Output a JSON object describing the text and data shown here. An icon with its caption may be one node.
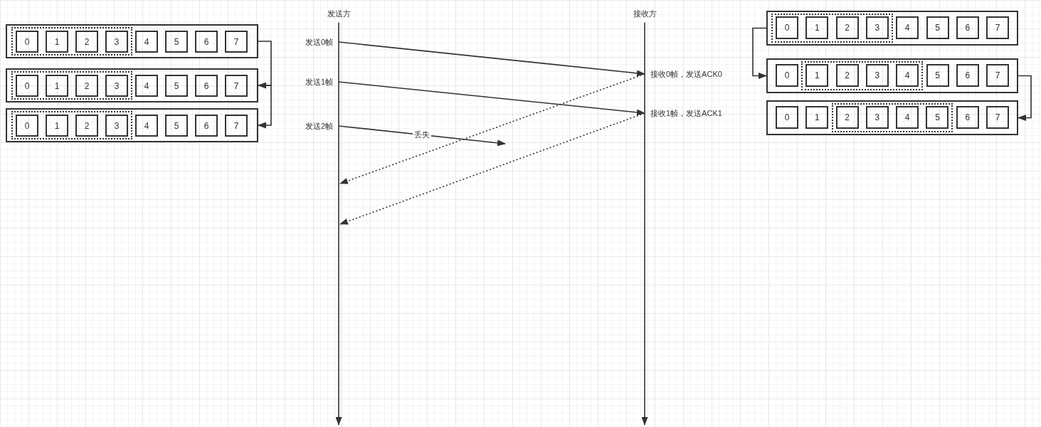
{
  "diagram": {
    "nodes": [
      {
        "text": [],
        "shape": "box"
      },
      {
        "text": [],
        "shape": "box",
        "in": 0
      },
      {
        "text": [
          "0"
        ],
        "in": 1
      },
      {
        "text": [
          "1"
        ],
        "in": 1
      },
      {
        "text": [
          "2"
        ],
        "in": 1
      },
      {
        "text": [
          "3"
        ],
        "in": 1
      },
      {
        "text": [
          "4"
        ],
        "in": 0
      },
      {
        "text": [
          "5"
        ],
        "in": 0
      },
      {
        "text": [
          "6"
        ],
        "in": 0
      },
      {
        "text": [
          "7"
        ],
        "in": 0
      },
      {
        "text": [],
        "shape": "box"
      },
      {
        "text": [],
        "shape": "box",
        "in": 10
      },
      {
        "text": [
          "0"
        ],
        "in": 11
      },
      {
        "text": [
          "1"
        ],
        "in": 11
      },
      {
        "text": [
          "2"
        ],
        "in": 11
      },
      {
        "text": [
          "3"
        ],
        "in": 11
      },
      {
        "text": [
          "4"
        ],
        "in": 10
      },
      {
        "text": [
          "5"
        ],
        "in": 10
      },
      {
        "text": [
          "6"
        ],
        "in": 10
      },
      {
        "text": [
          "7"
        ],
        "in": 10
      },
      {
        "text": [],
        "shape": "box"
      },
      {
        "text": [],
        "shape": "box",
        "in": 20
      },
      {
        "text": [
          "0"
        ],
        "in": 21
      },
      {
        "text": [
          "1"
        ],
        "in": 21
      },
      {
        "text": [
          "2"
        ],
        "in": 21
      },
      {
        "text": [
          "3"
        ],
        "in": 21
      },
      {
        "text": [
          "4"
        ],
        "in": 20
      },
      {
        "text": [
          "5"
        ],
        "in": 20
      },
      {
        "text": [
          "6"
        ],
        "in": 20
      },
      {
        "text": [
          "7"
        ],
        "in": 20
      },
      {
        "text": [],
        "shape": "box"
      },
      {
        "text": [],
        "shape": "box",
        "in": 30
      },
      {
        "text": [
          "0"
        ],
        "in": 31
      },
      {
        "text": [
          "1"
        ],
        "in": 31
      },
      {
        "text": [
          "2"
        ],
        "in": 31
      },
      {
        "text": [
          "3"
        ],
        "in": 31
      },
      {
        "text": [
          "4"
        ],
        "in": 30
      },
      {
        "text": [
          "5"
        ],
        "in": 30
      },
      {
        "text": [
          "6"
        ],
        "in": 30
      },
      {
        "text": [
          "7"
        ],
        "in": 30
      },
      {
        "text": [],
        "shape": "box"
      },
      {
        "text": [
          "0"
        ],
        "in": 40
      },
      {
        "text": [],
        "shape": "box",
        "in": 40
      },
      {
        "text": [
          "1"
        ],
        "in": 42
      },
      {
        "text": [
          "2"
        ],
        "in": 42
      },
      {
        "text": [
          "3"
        ],
        "in": 42
      },
      {
        "text": [
          "4"
        ],
        "in": 42
      },
      {
        "text": [
          "5"
        ],
        "in": 40
      },
      {
        "text": [
          "6"
        ],
        "in": 40
      },
      {
        "text": [
          "7"
        ],
        "in": 40
      },
      {
        "text": [],
        "shape": "box"
      },
      {
        "text": [
          "0"
        ],
        "in": 50
      },
      {
        "text": [
          "1"
        ],
        "in": 50
      },
      {
        "text": [],
        "shape": "box",
        "in": 50
      },
      {
        "text": [
          "2"
        ],
        "in": 53
      },
      {
        "text": [
          "3"
        ],
        "in": 53
      },
      {
        "text": [
          "4"
        ],
        "in": 53
      },
      {
        "text": [
          "5"
        ],
        "in": 53
      },
      {
        "text": [
          "6"
        ],
        "in": 50
      },
      {
        "text": [
          "7"
        ],
        "in": 50
      },
      {
        "text": [
          "发送方"
        ]
      },
      {
        "text": [
          "接收方"
        ]
      },
      {
        "text": [
          "发送0帧"
        ]
      },
      {
        "text": [
          "发送1帧"
        ]
      },
      {
        "text": [
          "发送2帧"
        ]
      },
      {
        "text": [
          "接收0帧，发送ACK0"
        ]
      },
      {
        "text": [
          "接收1帧，发送ACK1"
        ]
      }
    ],
    "edges": [
      {
        "from": 0,
        "to": 10,
        "arrow": "to"
      },
      {
        "from": 10,
        "to": 20,
        "arrow": "to"
      },
      {
        "from": 30,
        "to": 40,
        "arrow": "to"
      },
      {
        "from": 40,
        "to": 50,
        "arrow": "to"
      },
      {
        "from": 60,
        "to": null,
        "arrow": "to"
      },
      {
        "from": 61,
        "to": null,
        "arrow": "to"
      },
      {
        "from": 62,
        "to": 65,
        "arrow": "to"
      },
      {
        "from": 63,
        "to": 66,
        "arrow": "to"
      },
      {
        "from": 64,
        "to": null,
        "arrow": "to",
        "label": "丢失"
      },
      {
        "from": 65,
        "to": null,
        "arrow": "to",
        "style": "dashed"
      },
      {
        "from": 66,
        "to": null,
        "arrow": "to",
        "style": "dashed"
      }
    ]
  }
}
